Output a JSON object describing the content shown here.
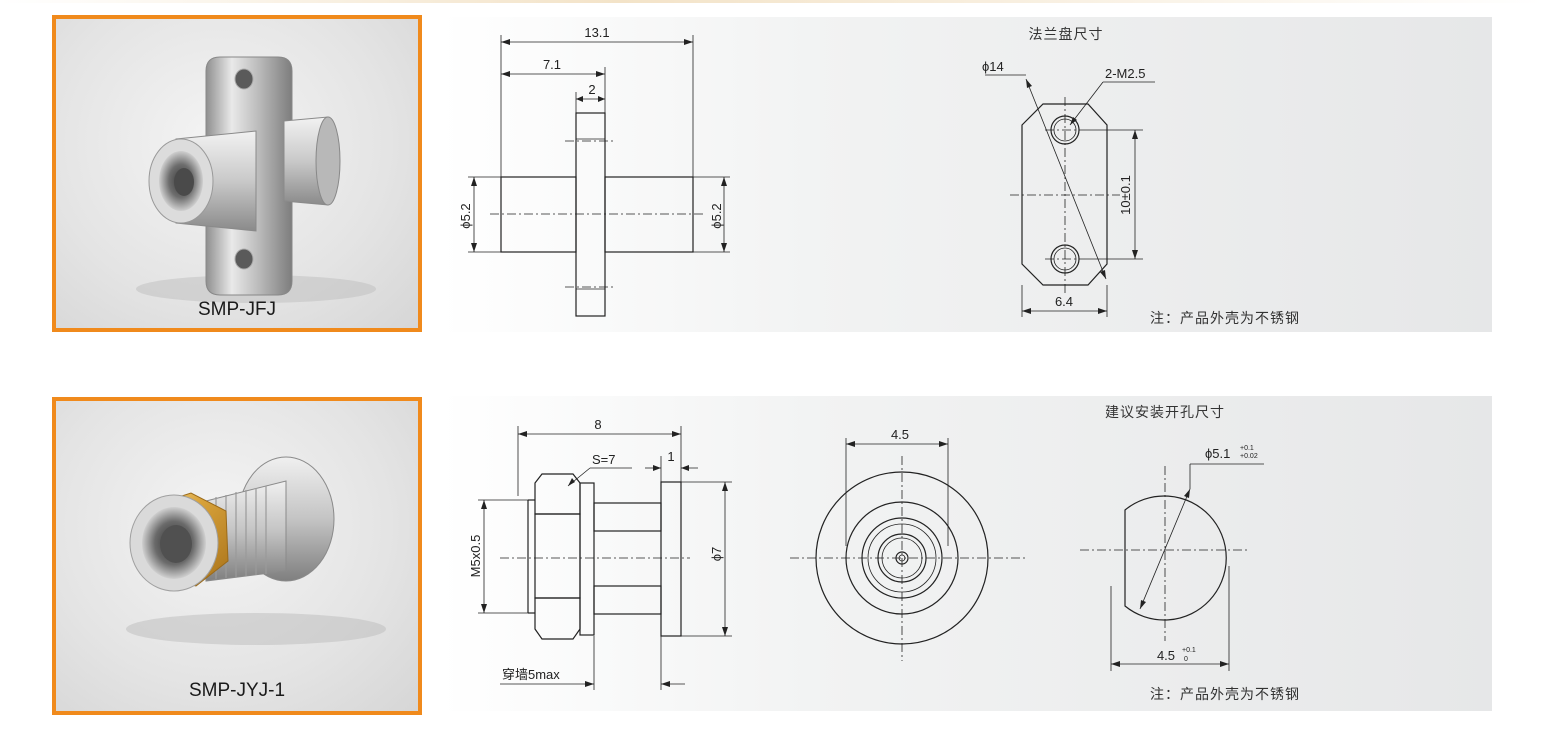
{
  "products": [
    {
      "model": "SMP-JFJ",
      "side_view": {
        "overall_length": "13.1",
        "flange_offset": "7.1",
        "flange_thickness": "2",
        "left_diameter": "ϕ5.2",
        "right_diameter": "ϕ5.2"
      },
      "flange_view": {
        "title": "法兰盘尺寸",
        "flange_diameter": "ϕ14",
        "threaded_holes": "2-M2.5",
        "hole_spacing": "10±0.1",
        "flange_width": "6.4"
      },
      "note": "注：产品外壳为不锈钢"
    },
    {
      "model": "SMP-JYJ-1",
      "side_view": {
        "overall_length": "8",
        "hex_size": "S=7",
        "flange_thickness": "1",
        "thread": "M5x0.5",
        "flange_diameter": "ϕ7",
        "wall_thickness": "穿墙5max"
      },
      "front_view": {
        "diameter": "4.5"
      },
      "hole_view": {
        "title": "建议安装开孔尺寸",
        "hole_diameter": "ϕ5.1",
        "hole_diameter_tol_upper": "+0.1",
        "hole_diameter_tol_lower": "+0.02",
        "flat_width": "4.5",
        "flat_tol_upper": "+0.1",
        "flat_tol_lower": "0"
      },
      "note": "注：产品外壳为不锈钢"
    }
  ],
  "colors": {
    "frame_border": "#f08a1c",
    "line": "#222222"
  }
}
